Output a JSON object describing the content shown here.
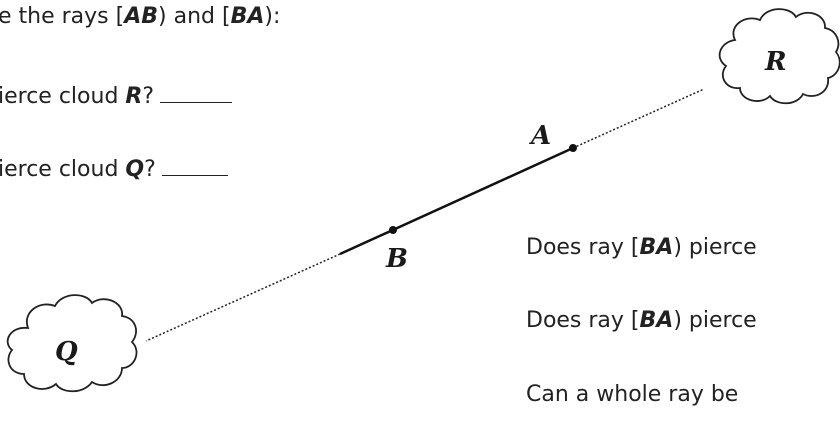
{
  "instruction": {
    "pre": "e the rays [",
    "ray1": "AB",
    "mid": ") and [",
    "ray2": "BA",
    "post": "):"
  },
  "left_questions": [
    {
      "pre": "ierce cloud ",
      "cloud": "R",
      "post": "?"
    },
    {
      "pre": "ierce cloud ",
      "cloud": "Q",
      "post": "?"
    }
  ],
  "right_questions": [
    {
      "pre": "Does ray [",
      "ray": "BA",
      "post": ") pierce"
    },
    {
      "pre": "Does ray [",
      "ray": "BA",
      "post": ") pierce"
    },
    {
      "text": "Can a whole ray be"
    }
  ],
  "diagram": {
    "points": [
      "A",
      "B"
    ],
    "clouds": [
      "R",
      "Q"
    ]
  }
}
